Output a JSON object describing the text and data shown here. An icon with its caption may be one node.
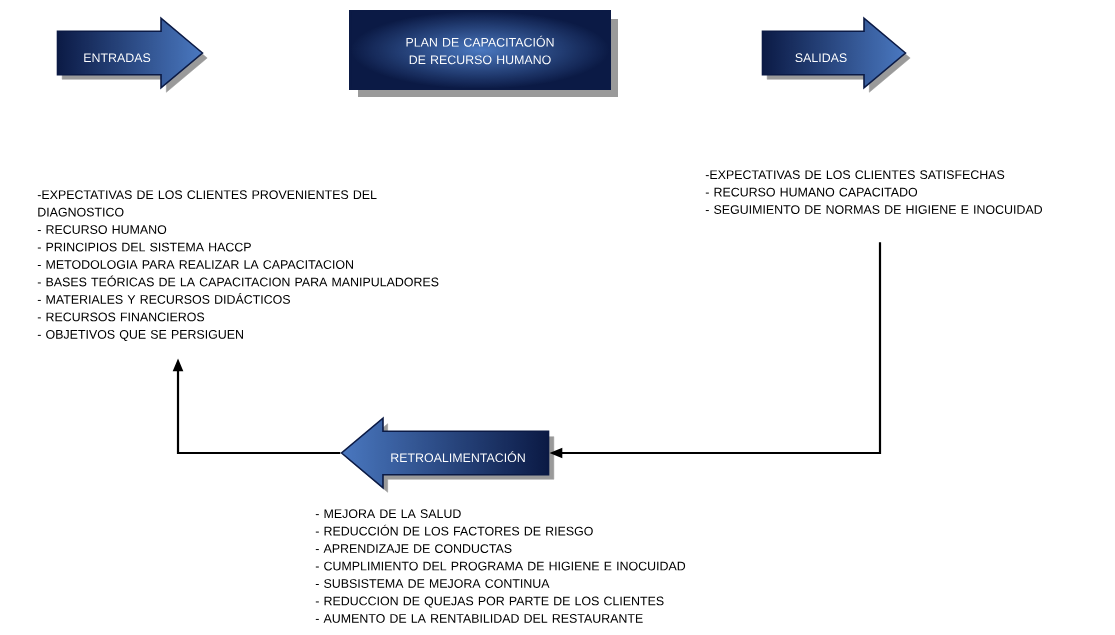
{
  "diagram": {
    "nodes": [
      {
        "text": [
          "ENTRADAS"
        ]
      },
      {
        "text": [
          "PLAN DE CAPACITACIÓN DE RECURSO HUMANO"
        ]
      },
      {
        "text": [
          "SALIDAS"
        ]
      },
      {
        "text": [
          "-EXPECTATIVAS DE LOS CLIENTES PROVENIENTES DEL DIAGNOSTICO",
          "- RECURSO HUMANO",
          "- PRINCIPIOS DEL SISTEMA HACCP",
          "- METODOLOGIA PARA REALIZAR LA CAPACITACION",
          "- BASES TEÓRICAS DE LA CAPACITACION PARA MANIPULADORES",
          "- MATERIALES Y RECURSOS DIDÁCTICOS",
          "- RECURSOS FINANCIEROS",
          "- OBJETIVOS QUE SE PERSIGUEN"
        ]
      },
      {
        "text": [
          "-EXPECTATIVAS DE LOS CLIENTES SATISFECHAS",
          "- RECURSO HUMANO CAPACITADO",
          "- SEGUIMIENTO DE NORMAS DE HIGIENE E INOCUIDAD"
        ]
      },
      {
        "text": [
          "RETROALIMENTACIÓN"
        ],
        "beside": [
          "- MEJORA DE LA SALUD",
          "- REDUCCIÓN DE LOS FACTORES DE RIESGO",
          "- APRENDIZAJE DE CONDUCTAS",
          "- CUMPLIMIENTO DEL PROGRAMA DE HIGIENE E INOCUIDAD",
          "- SUBSISTEMA DE MEJORA CONTINUA",
          "- REDUCCION DE QUEJAS POR PARTE DE LOS CLIENTES",
          "- AUMENTO DE LA RENTABILIDAD DEL RESTAURANTE"
        ]
      }
    ],
    "edges": [
      {
        "from": 4,
        "to": 5,
        "arrow": "to"
      },
      {
        "from": 5,
        "to": 3,
        "arrow": "to"
      }
    ]
  }
}
